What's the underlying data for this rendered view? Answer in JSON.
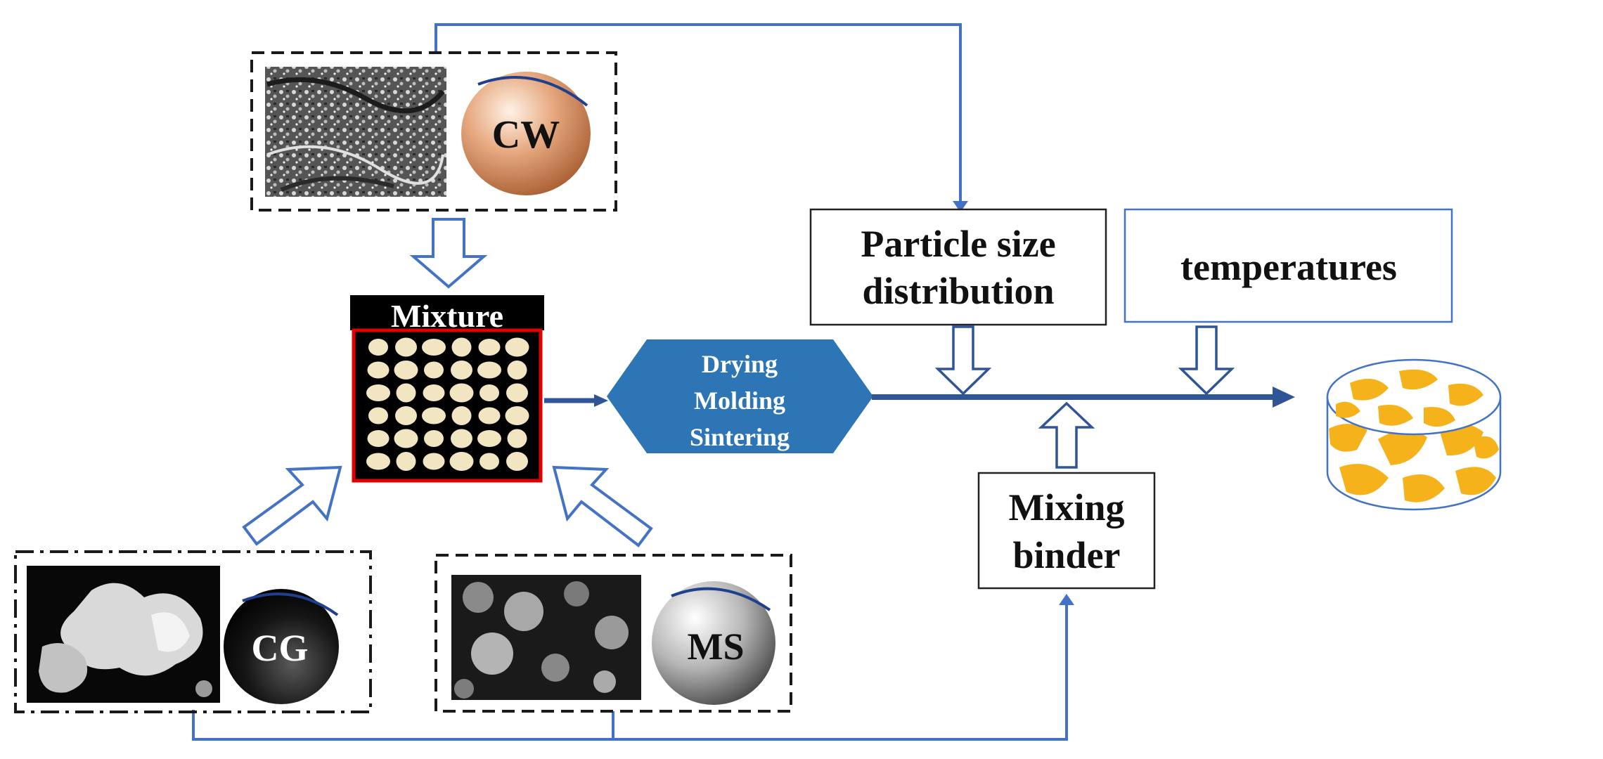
{
  "materials": {
    "cw": "CW",
    "cg": "CG",
    "ms": "MS"
  },
  "mixture_label": "Mixture",
  "process": {
    "line1": "Drying",
    "line2": "Molding",
    "line3": "Sintering"
  },
  "factors": {
    "particle_size_line1": "Particle size",
    "particle_size_line2": "distribution",
    "temperatures": "temperatures",
    "binder_line1": "Mixing",
    "binder_line2": "binder"
  },
  "colors": {
    "connector": "#4472C4",
    "process_fill": "#2E75B6",
    "main_arrow": "#2F5597",
    "mixture_border": "#E00000",
    "granule": "#F2E6C2",
    "product_gold": "#F5B21A"
  }
}
